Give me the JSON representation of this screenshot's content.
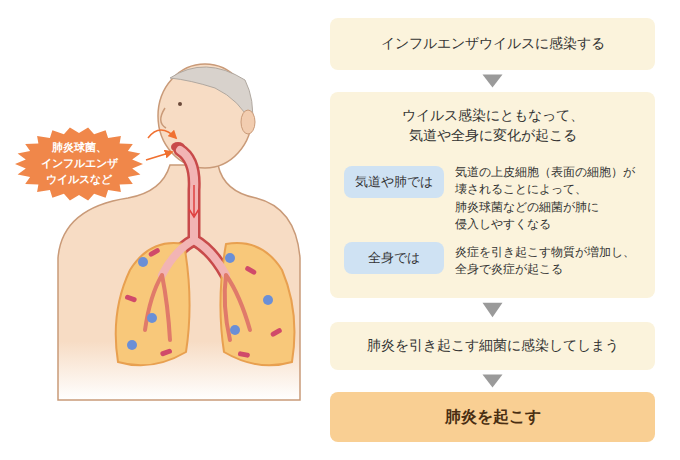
{
  "diagram": {
    "nodes": [
      {
        "text": [
          "肺炎球菌、 インフルエンザ ウイルスなど"
        ]
      },
      {
        "text": [
          "インフルエンザウイルスに感染する"
        ]
      },
      {
        "text": [
          "ウイルス感染にともなって、 気道や全身に変化が起こる"
        ]
      },
      {
        "text": [
          "気道や肺では"
        ],
        "in": 2
      },
      {
        "text": [
          "全身では"
        ],
        "in": 2
      },
      {
        "text": [
          "肺炎を引き起こす細菌に感染してしまう"
        ]
      },
      {
        "text": [
          "肺炎を起こす"
        ]
      }
    ],
    "edges": [
      {
        "from": 1,
        "to": 2,
        "arrow": "to"
      },
      {
        "from": 2,
        "to": 5,
        "arrow": "to"
      },
      {
        "from": 5,
        "to": 6,
        "arrow": "to"
      }
    ],
    "labels": [
      "気道の上皮細胞（表面の細胞）が 壊されることによって、 肺炎球菌などの細菌が肺に 侵入しやすくなる",
      "炎症を引き起こす物質が増加し、 全身で炎症が起こる"
    ]
  }
}
